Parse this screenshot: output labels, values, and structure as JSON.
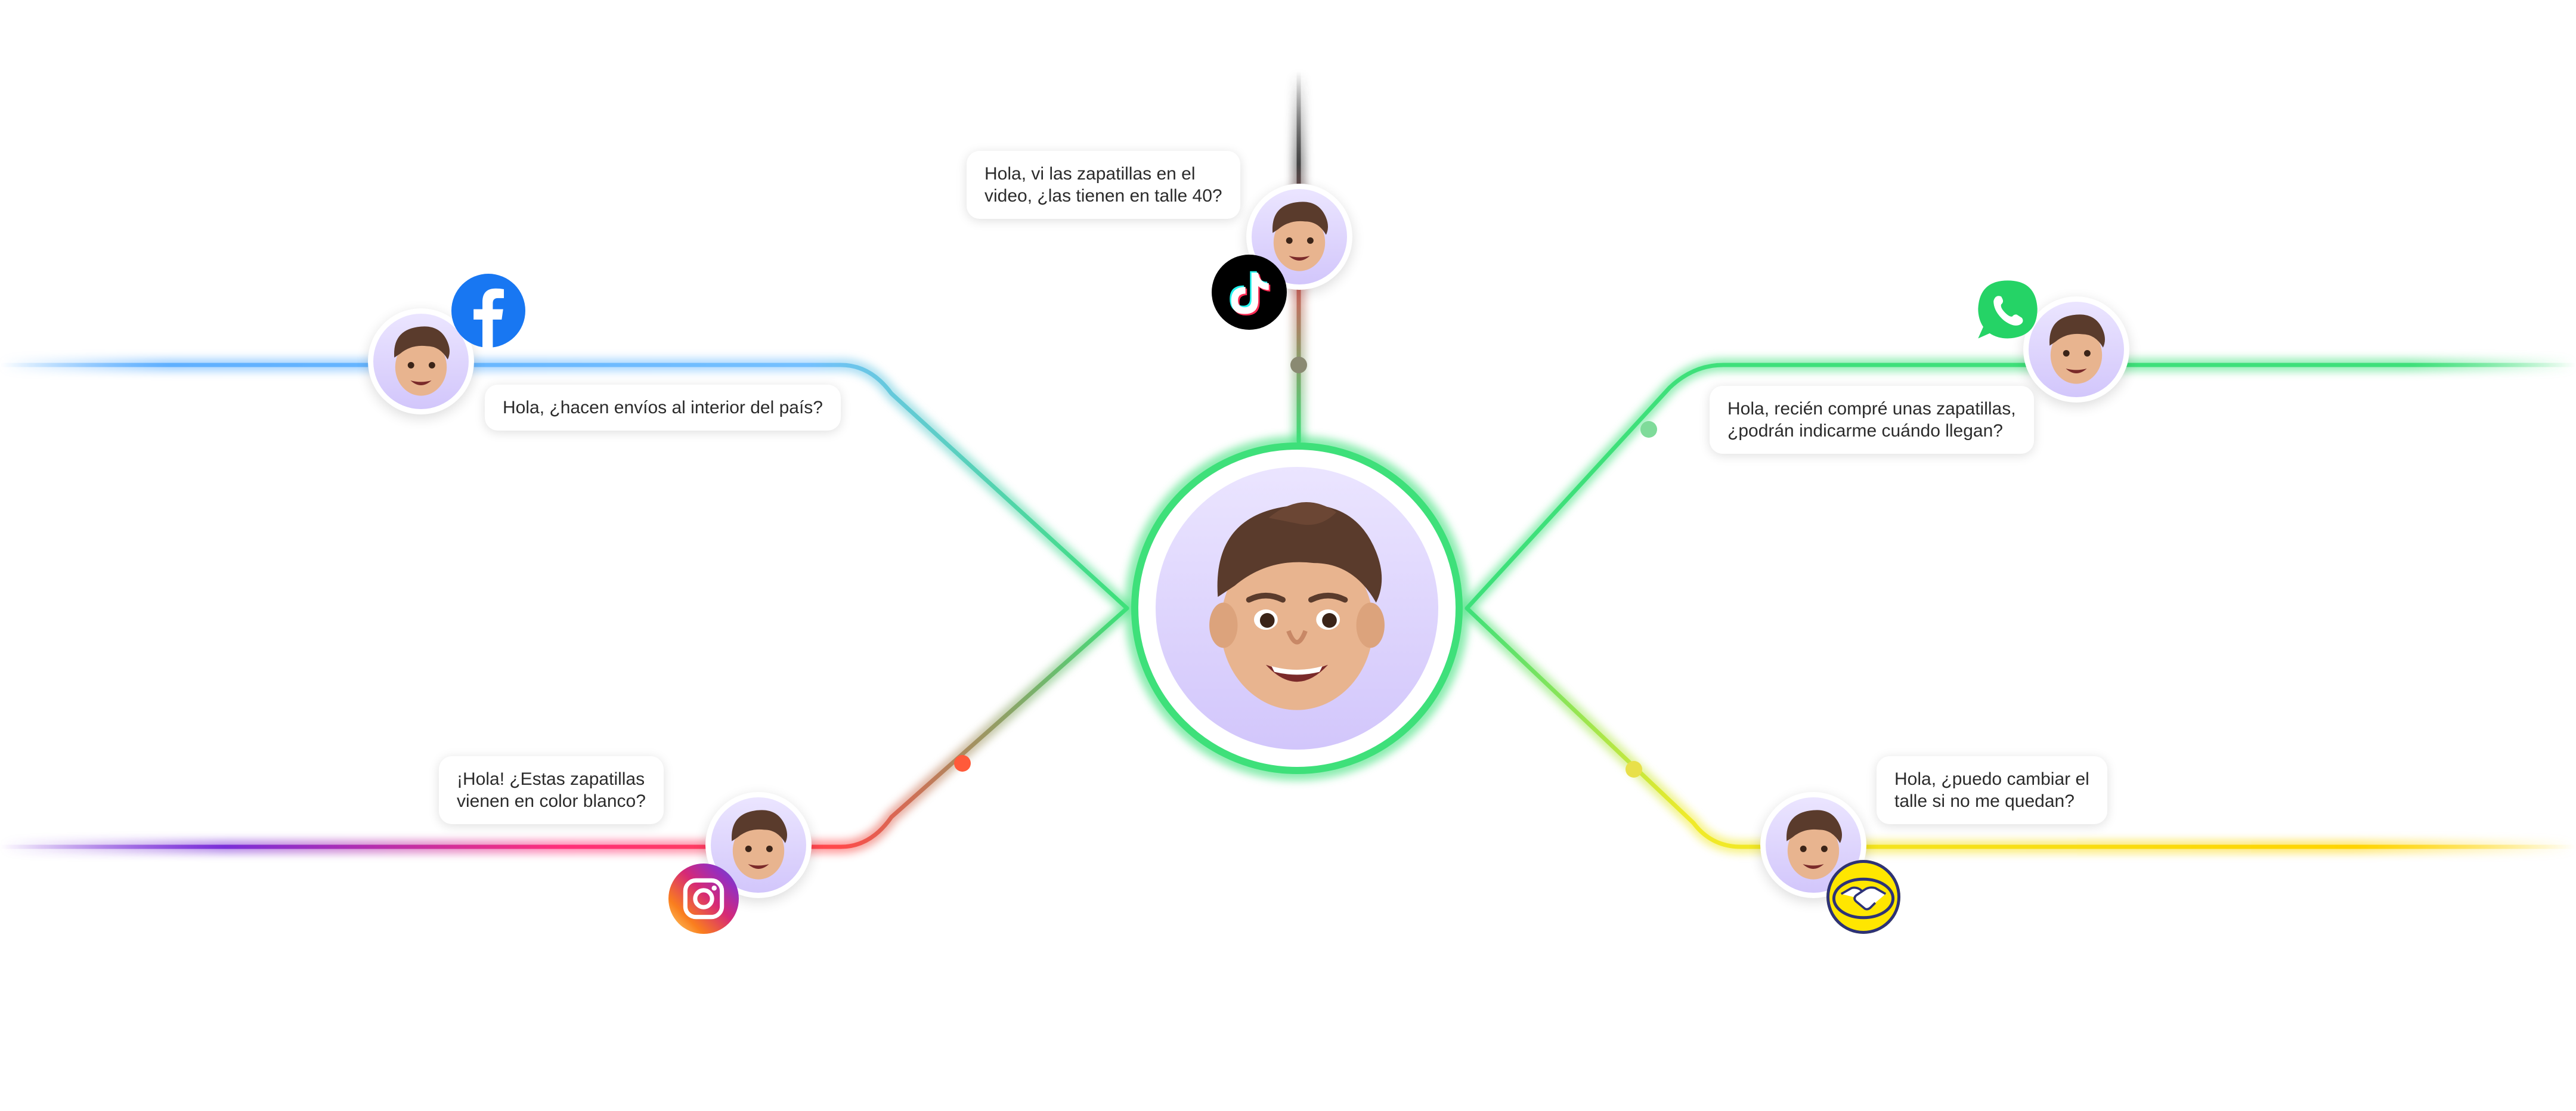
{
  "hub": {
    "name": "center-agent"
  },
  "channels": [
    {
      "id": "facebook",
      "message": "Hola, ¿hacen envíos al interior del país?"
    },
    {
      "id": "tiktok",
      "message": "Hola, vi las zapatillas en el\nvideo, ¿las tienen en talle 40?"
    },
    {
      "id": "whatsapp",
      "message": "Hola, recién compré unas zapatillas,\n¿podrán indicarme cuándo llegan?"
    },
    {
      "id": "instagram",
      "message": "¡Hola! ¿Estas zapatillas\nvienen en color blanco?"
    },
    {
      "id": "mercadolibre",
      "message": "Hola, ¿puedo cambiar el\ntalle si no me quedan?"
    }
  ],
  "colors": {
    "facebook": "#1877f2",
    "tiktok": "#000000",
    "whatsapp": "#25d366",
    "instagram": "#e1306c",
    "mercadolibre": "#ffe600",
    "hub_ring": "#3ee07a",
    "avatar_bg": "#d9cffc"
  }
}
